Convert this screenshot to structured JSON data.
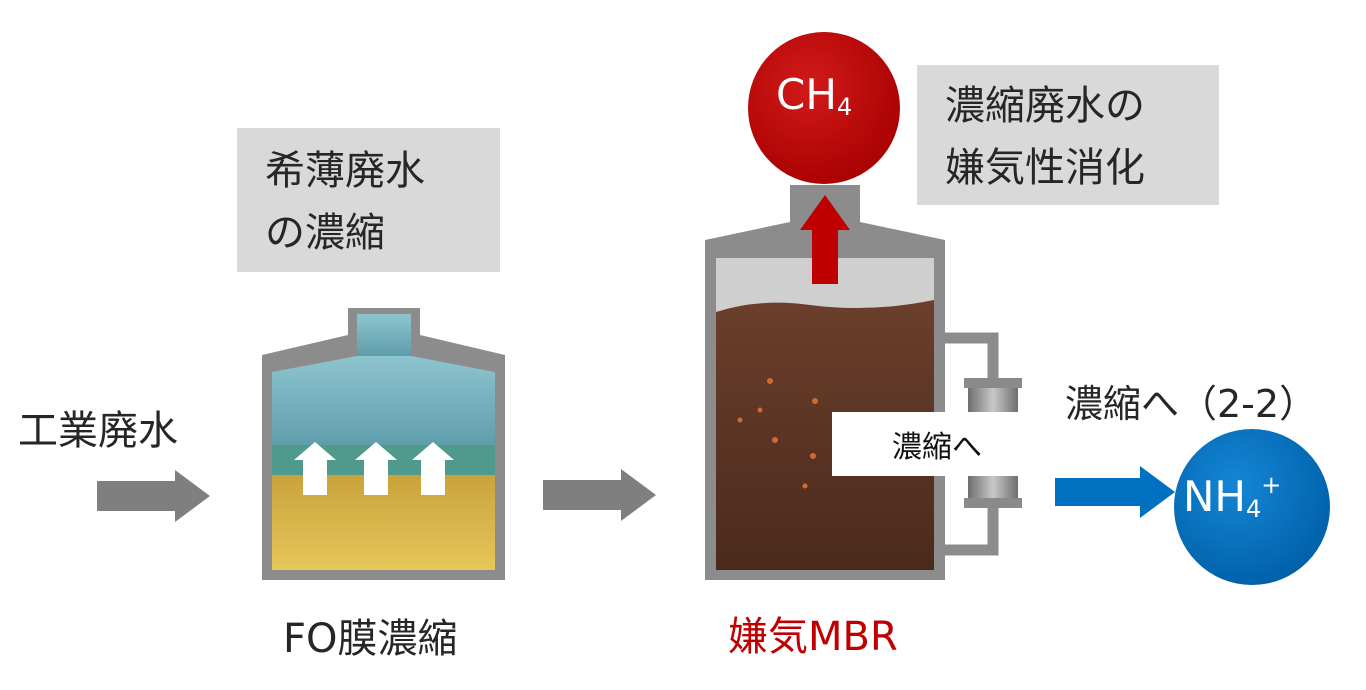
{
  "labels": {
    "fo_box": [
      "希薄廃水",
      "の濃縮"
    ],
    "digest_box": [
      "濃縮廃水の",
      "嫌気性消化"
    ],
    "industrial_wastewater": "工業廃水",
    "fo_caption": "FO膜濃縮",
    "mbr_caption": "嫌気MBR",
    "to_concentration": "濃縮へ（2-2）",
    "white_label": "濃縮へ"
  },
  "circles": {
    "ch4": {
      "main": "CH",
      "sub": "4"
    },
    "nh4": {
      "main": "NH",
      "sub": "4",
      "sup": "+"
    }
  },
  "colors": {
    "arrow_gray": "#7f7f7f",
    "methane_red": "#c00000",
    "ammonium_blue": "#0070c0",
    "tank_gray": "#8c8c8c",
    "fo_water": "#6fa8b8",
    "fo_concentrate": "#d8b23c",
    "mbr_sludge": "#5a3424"
  }
}
